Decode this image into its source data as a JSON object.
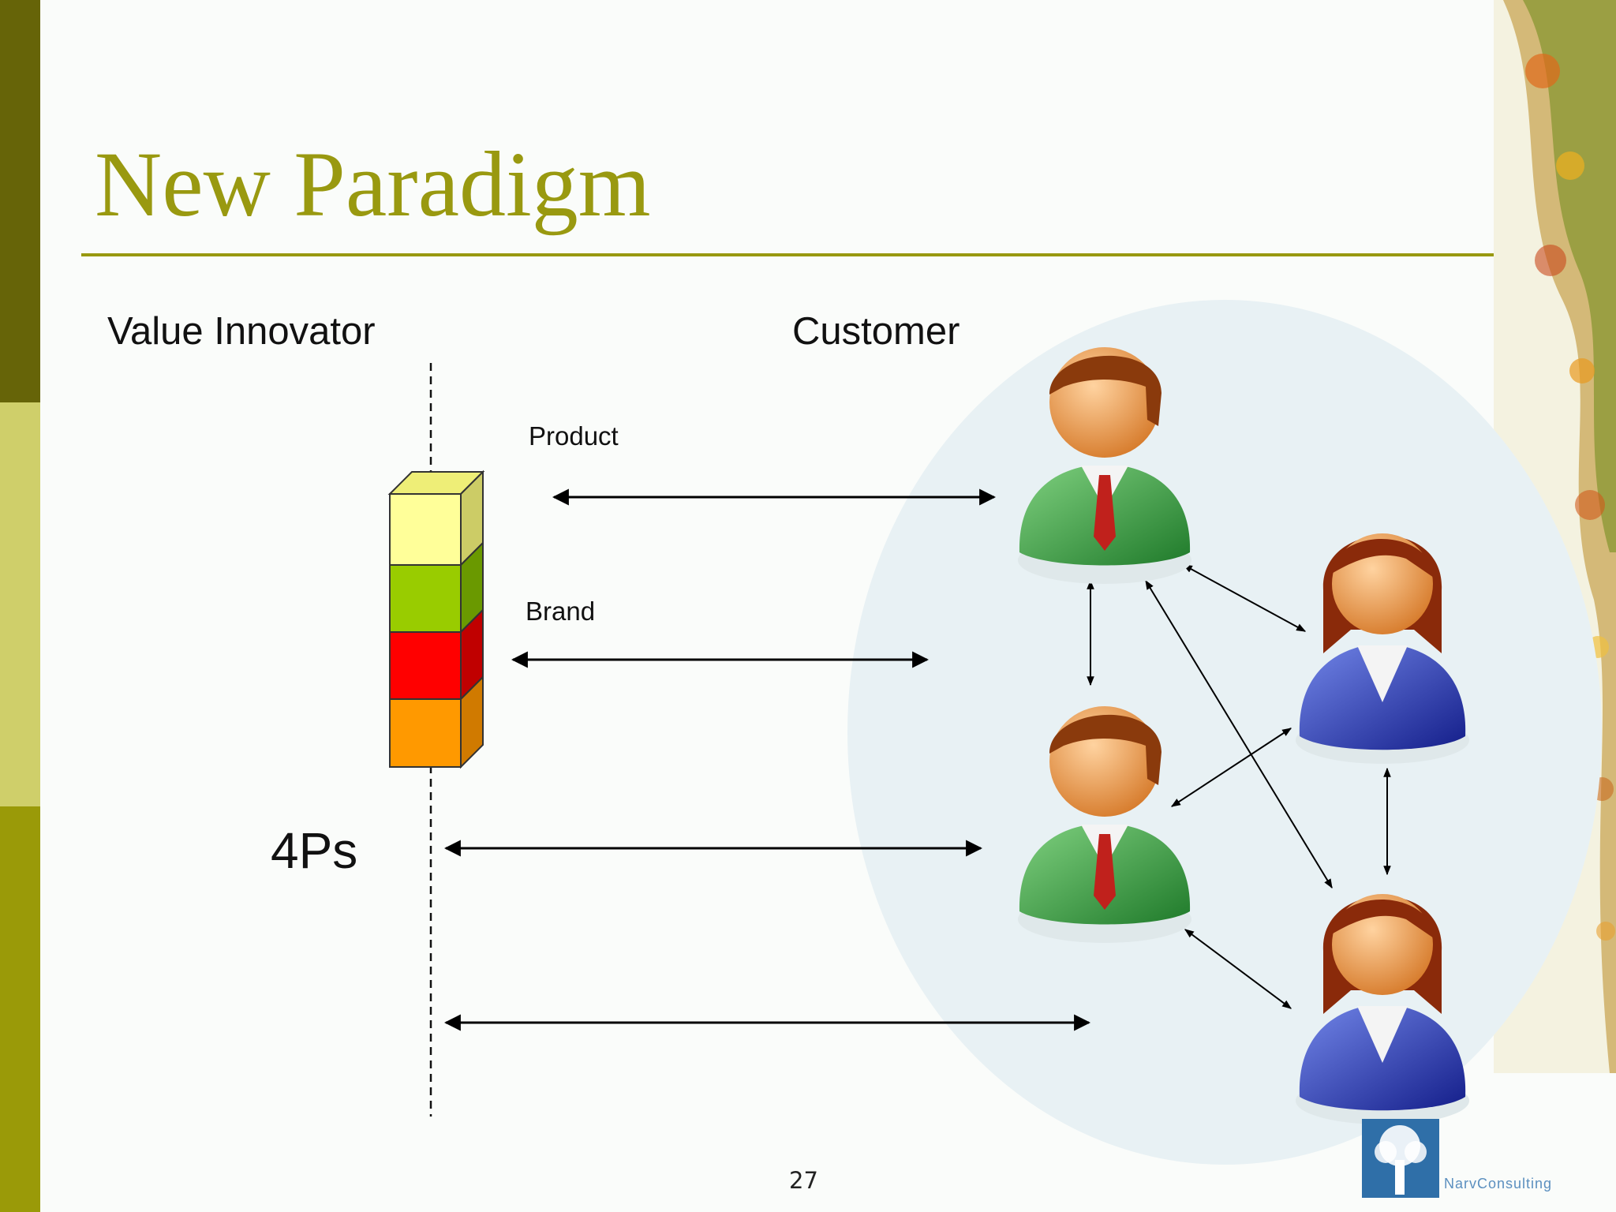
{
  "slide": {
    "title": "New Paradigm",
    "page_number": "27"
  },
  "labels": {
    "value_innovator": "Value Innovator",
    "customer": "Customer",
    "product": "Product",
    "brand": "Brand",
    "four_ps": "4Ps"
  },
  "stack_blocks": [
    {
      "color": "#ffff99"
    },
    {
      "color": "#99cc00"
    },
    {
      "color": "#ff0000"
    },
    {
      "color": "#ff9900"
    }
  ],
  "colors": {
    "accent": "#999910",
    "bar_dark": "#666408",
    "bar_light": "#cfcf6a",
    "customer_circle": "#e8f1f4",
    "man_suit": "#3f9a3f",
    "woman_suit": "#2e3fb0",
    "tie": "#c0211c"
  },
  "logo": {
    "text": "NarvConsulting"
  }
}
